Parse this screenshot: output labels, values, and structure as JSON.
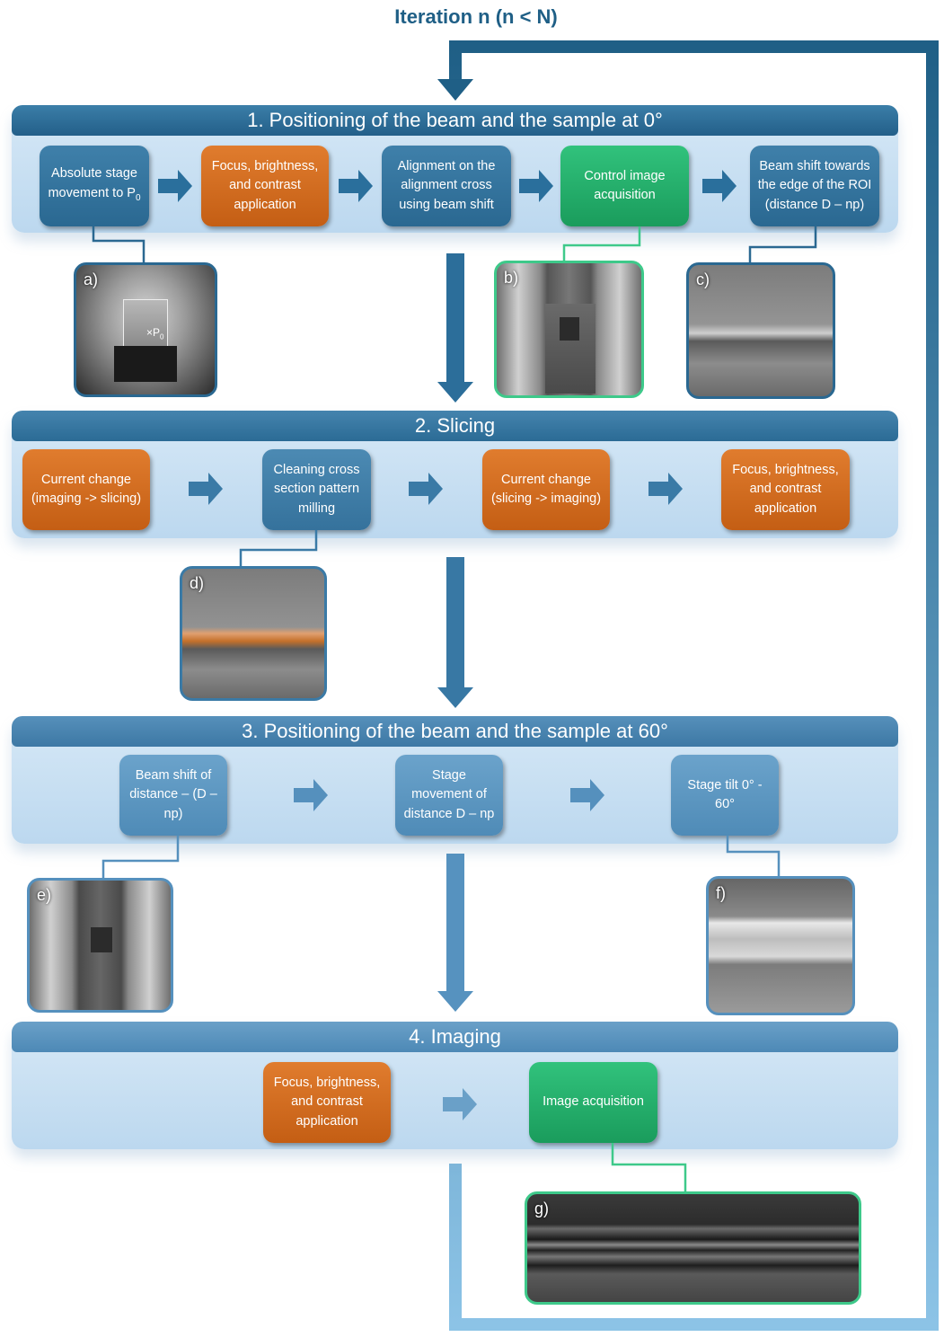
{
  "title": "Iteration n (n < N)",
  "sections": [
    {
      "heading": "1. Positioning of the beam and the sample at 0°",
      "steps": [
        {
          "text": "Absolute stage movement to P",
          "sub": "0",
          "kind": "process"
        },
        {
          "text": "Focus, brightness, and contrast application",
          "kind": "adjust"
        },
        {
          "text": "Alignment on the alignment cross using beam shift",
          "kind": "process"
        },
        {
          "text": "Control image acquisition",
          "kind": "image"
        },
        {
          "text": "Beam shift towards the edge of the ROI (distance D – np)",
          "kind": "process"
        }
      ]
    },
    {
      "heading": "2. Slicing",
      "steps": [
        {
          "text": "Current change (imaging -> slicing)",
          "kind": "adjust"
        },
        {
          "text": "Cleaning cross section pattern milling",
          "kind": "process"
        },
        {
          "text": "Current change (slicing -> imaging)",
          "kind": "adjust"
        },
        {
          "text": "Focus, brightness, and contrast application",
          "kind": "adjust"
        }
      ]
    },
    {
      "heading": "3. Positioning of the beam and the sample at 60°",
      "steps": [
        {
          "text": "Beam shift of distance – (D – np)",
          "kind": "process"
        },
        {
          "text": "Stage movement of distance D – np",
          "kind": "process"
        },
        {
          "text": "Stage tilt 0° - 60°",
          "kind": "process"
        }
      ]
    },
    {
      "heading": "4. Imaging",
      "steps": [
        {
          "text": "Focus, brightness, and contrast application",
          "kind": "adjust"
        },
        {
          "text": "Image acquisition",
          "kind": "image"
        }
      ]
    }
  ],
  "images": {
    "a": {
      "label": "a)",
      "marker": "P",
      "marker_sub": "0"
    },
    "b": {
      "label": "b)"
    },
    "c": {
      "label": "c)"
    },
    "d": {
      "label": "d)"
    },
    "e": {
      "label": "e)"
    },
    "f": {
      "label": "f)"
    },
    "g": {
      "label": "g)"
    }
  },
  "colors": {
    "title": "#1f5f86",
    "process": "#2a6891",
    "adjust": "#c45e14",
    "image": "#1a9c5c",
    "loop_top": "#1f5f86",
    "loop_bottom": "#8cc3e6"
  }
}
